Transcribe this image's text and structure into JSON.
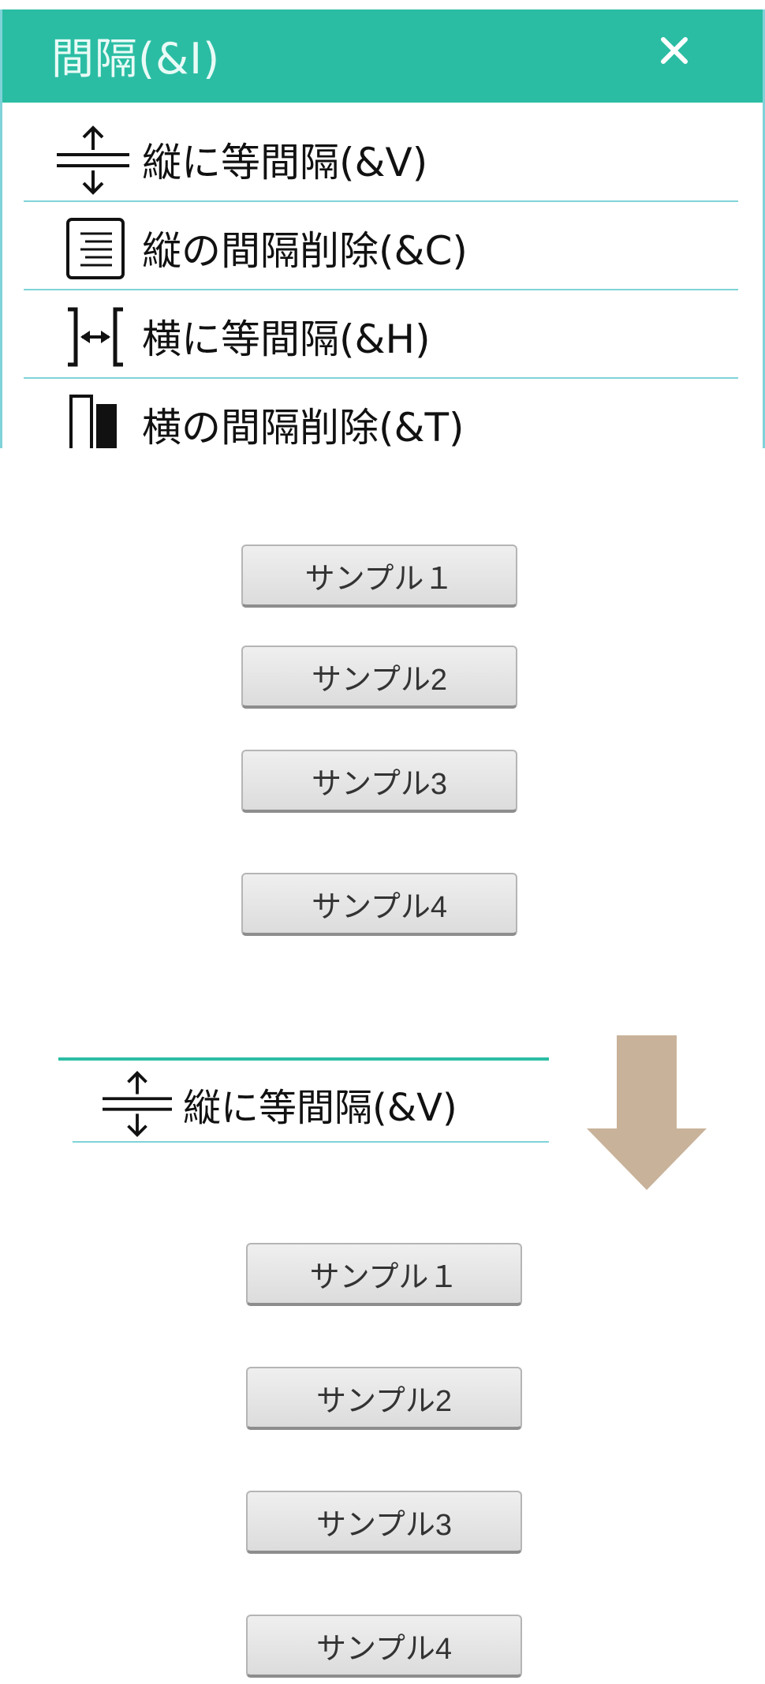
{
  "panel": {
    "title": "間隔(&I)",
    "close_symbol": "×",
    "items": [
      {
        "label": "縦に等間隔(&V)",
        "icon": "vertical-equal-spacing-icon"
      },
      {
        "label": "縦の間隔削除(&C)",
        "icon": "remove-vertical-spacing-icon"
      },
      {
        "label": "横に等間隔(&H)",
        "icon": "horizontal-equal-spacing-icon"
      },
      {
        "label": "横の間隔削除(&T)",
        "icon": "remove-horizontal-spacing-icon"
      }
    ]
  },
  "before_buttons": [
    "サンプル１",
    "サンプル2",
    "サンプル3",
    "サンプル4"
  ],
  "example": {
    "label": "縦に等間隔(&V)",
    "icon": "vertical-equal-spacing-icon"
  },
  "after_buttons": [
    "サンプル１",
    "サンプル2",
    "サンプル3",
    "サンプル4"
  ],
  "colors": {
    "header": "#2bbda4",
    "separator": "#7fd3d8",
    "arrow": "#c8b29a"
  }
}
